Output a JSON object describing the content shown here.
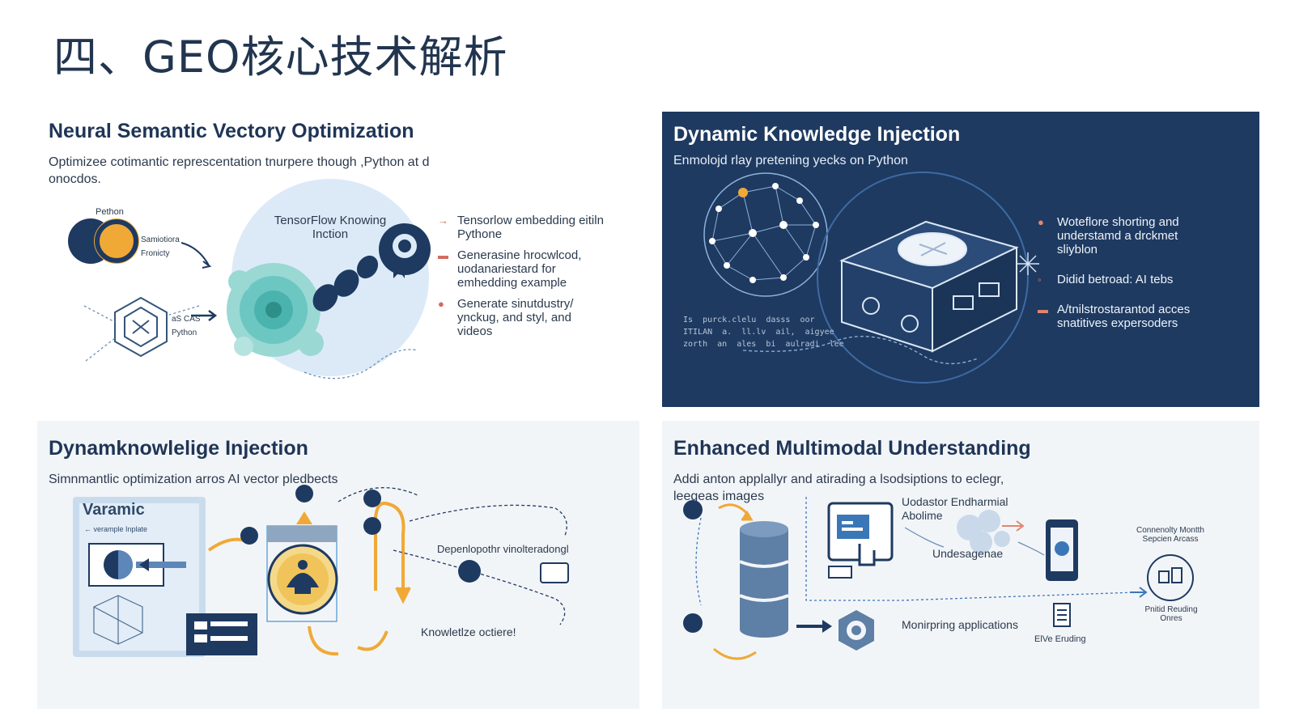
{
  "page": {
    "title": "四、GEO核心技术解析"
  },
  "panels": {
    "p1": {
      "title": "Neural Semantic Vectory Optimization",
      "subtitle": "Optimizee cotimantic represcentation tnurpere though ,Python at d onocdos.",
      "labels": {
        "python": "Pethon",
        "semantic": "Samiotiora Fronicty",
        "cas": "aS CAS Python",
        "tensorflow": "TensorFlow Knowing Inction"
      },
      "bullets": [
        {
          "marker": "→",
          "text": "Tensorlow embedding eitiln Pythone"
        },
        {
          "marker": "▬",
          "text": "Generasine hrocwlcod, uodanariestard for emhedding example"
        },
        {
          "marker": "●",
          "text": "Generate sinutdustry/ ynckug, and styl, and videos"
        }
      ]
    },
    "p2": {
      "title": "Dynamic Knowledge Injection",
      "subtitle": "Enmolojd rlay pretening yecks on Python",
      "code_lines": [
        "Is  purck.clelu  dasss  oor",
        "ITILAN  a.  ll.lv  ail,  aigyee",
        "zorth  an  ales  bi  aulradi  lee"
      ],
      "bullets": [
        {
          "marker": "●",
          "text": "Woteflore shorting and understamd a drckmet sliyblon"
        },
        {
          "marker": "◦",
          "text": "Didid betroad: AI tebs"
        },
        {
          "marker": "▬",
          "text": "A/tnilstrostarantod acces snatitives expersoders"
        }
      ]
    },
    "p3": {
      "title": "Dynamknowlelige Injection",
      "subtitle": "Simnmantlic optimization arros AI vector pledbects",
      "labels": {
        "varamic": "Varamic",
        "example": "← verample Inplate",
        "dependency": "Depenlopothr vinolteradongl",
        "knowledge": "Knowletlze octiere!"
      }
    },
    "p4": {
      "title": "Enhanced Multimodal Understanding",
      "subtitle": "Addi anton applallyr and atirading a lsodsiptions to eclegr, leegeas images",
      "labels": {
        "update": "Uodastor Endharmial Abolime",
        "undesagenae": "Undesagenae",
        "monitoring": "Monirpring applications",
        "connectivity": "Connenolty Montth Sepcien Arcass",
        "partial": "Pnitid Reuding Onres",
        "elve": "ElVe Eruding"
      }
    }
  },
  "colors": {
    "navy": "#1e3a61",
    "accent_orange": "#f0a937",
    "accent_teal": "#6cc7c2",
    "light_blue": "#dceaf8"
  },
  "icons": [
    "cpu-chip-icon",
    "database-icon",
    "smartphone-icon",
    "monitor-icon",
    "gear-icon",
    "network-sphere-icon",
    "document-icon"
  ]
}
